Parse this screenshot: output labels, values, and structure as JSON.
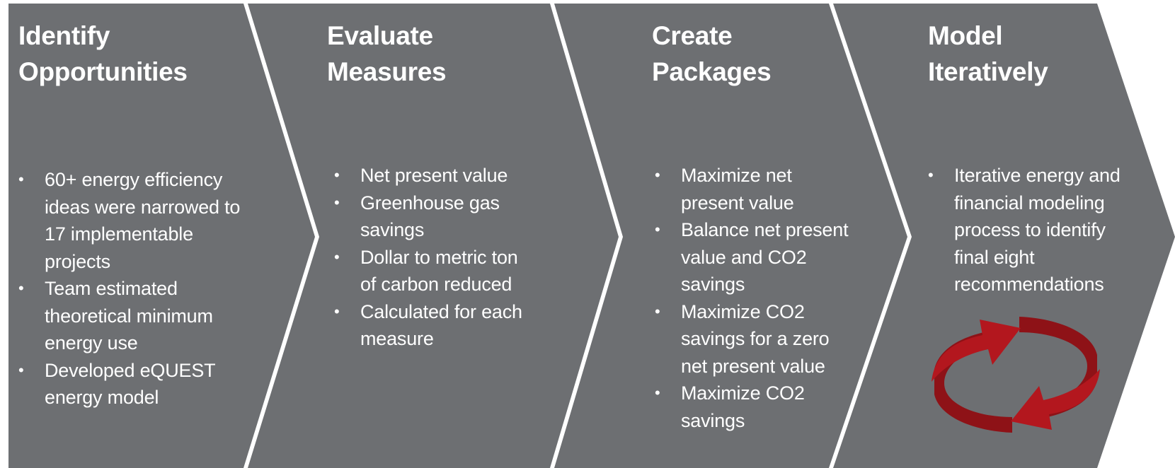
{
  "colors": {
    "panel": "#6d6f72",
    "background": "#ffffff",
    "text": "#ffffff",
    "arrow_red": "#b3171e",
    "arrow_dark_red": "#8e1217"
  },
  "stages": [
    {
      "title_line1": "Identify",
      "title_line2": "Opportunities",
      "bullets": [
        "60+ energy efficiency ideas were narrowed to 17 implementable projects",
        "Team estimated theoretical minimum energy use",
        "Developed eQUEST energy model"
      ]
    },
    {
      "title_line1": "Evaluate",
      "title_line2": "Measures",
      "bullets": [
        "Net present value",
        "Greenhouse gas savings",
        "Dollar to metric ton of carbon reduced",
        "Calculated for each measure"
      ]
    },
    {
      "title_line1": "Create",
      "title_line2": "Packages",
      "bullets": [
        "Maximize net present value",
        "Balance net present value and CO2 savings",
        "Maximize CO2 savings for a zero net present value",
        "Maximize CO2 savings"
      ]
    },
    {
      "title_line1": "Model",
      "title_line2": "Iteratively",
      "bullets": [
        "Iterative energy and financial modeling process to identify final eight recommendations"
      ]
    }
  ],
  "icons": {
    "cycle": "circular-refresh-arrows-icon"
  }
}
